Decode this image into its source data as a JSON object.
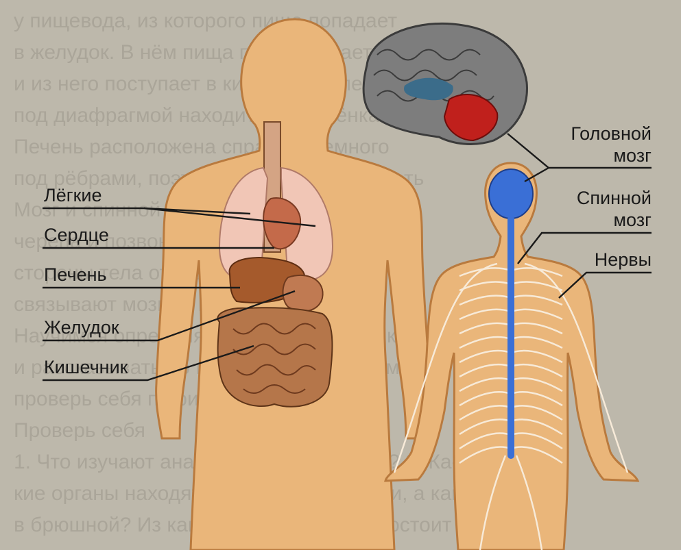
{
  "colors": {
    "background": "#bdb8ab",
    "background_text": "#9c978b",
    "body_fill": "#eab67a",
    "body_outline": "#b97a3e",
    "lung": "#f1c6b6",
    "liver": "#a55a2c",
    "intestine": "#b5764a",
    "brain": "#7d7d7d",
    "brain_red": "#c0201c",
    "nerve_blue": "#3a6fd6",
    "nerves": "#f7ead8"
  },
  "labels": {
    "lungs": "Лёгкие",
    "heart": "Сердце",
    "liver": "Печень",
    "stomach": "Желудок",
    "intestine": "Кишечник",
    "brain_line1": "Головной",
    "brain_line2": "мозг",
    "spinal_line1": "Спинной",
    "spinal_line2": "мозг",
    "nerves": "Нервы"
  },
  "background_text": {
    "lines": [
      "у пищевода, из которого пища попадает",
      "в желудок. В нём пища переваривается",
      "и из него поступает в кишечник. Слева",
      "под диафрагмой находится селезёнка.",
      "Печень расположена справа и немного",
      "под рёбрами, поэтому её нельзя нащупать",
      "Мозг и спинной мозг находятся внутри",
      "черепа и позвоночника. От них во все",
      "стороны тела отходят нервы, которые",
      "связывают мозг со всеми органами.",
      "Научимся определять органы по рисунку",
      "и рассказывать об их работе в организме",
      "проверь себя по рисунку и тексту.",
      "Проверь себя",
      "1. Что изучают анатомия и физиология? 2. Ка-",
      "кие органы находятся в грудной полости, а какие",
      "в брюшной? Из каких систем органов состоит тело?"
    ]
  }
}
